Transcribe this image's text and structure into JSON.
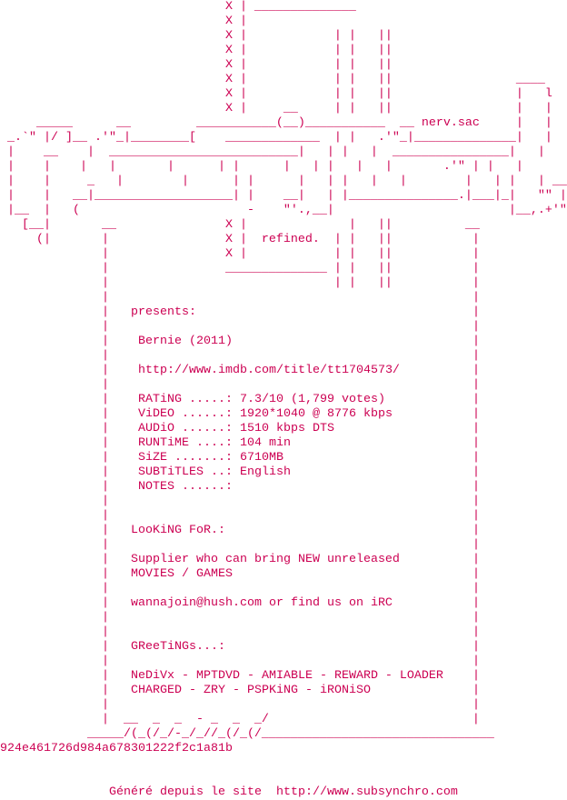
{
  "colors": {
    "text": "#cc0052",
    "background": "#ffffff"
  },
  "logo": {
    "group_name": "nerv.sac",
    "tagline": "refined.",
    "lines": [
      "                               X | ______________",
      "                               X |",
      "                               X |            | |   ||",
      "                               X |            | |   ||",
      "                               X |            | |   ||",
      "                               X |            | |   ||                 ____",
      "                               X |            | |   ||                 |   l",
      "                               X |     __     | |   ||                 |   |",
      "     _____      __         ___________(__)___________  __ nerv.sac     |   |",
      " _.`\" |/ ]__ .'\"_|________[    _____________  | |   .'\"_|______________|   |",
      " |    __    |  __________________________|   | |   |  ________________|   |",
      " |    |    |   |       |      | |      |   | |   |   |       .'\" | |   |",
      " |    |     _   |        |      | |      |   | |   |   |        |   | |   | __",
      " |    |   __|___________________| |    __|   | |_______________.|___|_|   \"\" |",
      " |__  |   (                       -    \"'.,__|                        |__,.+'\"",
      "   [__|       __               X |              |   ||          __",
      "     (|       |                X |  refined.  | |   ||           |",
      "              |                X |            | |   ||           |",
      "              |                ______________ | |   ||           |",
      "              |                               | |   ||           |"
    ]
  },
  "release": {
    "presents": "presents:",
    "title": "Bernie (2011)",
    "imdb_url": "http://www.imdb.com/title/tt1704573/",
    "info": [
      {
        "label": "RATiNG .....:",
        "value": "7.3/10 (1,799 votes)"
      },
      {
        "label": "ViDEO ......:",
        "value": "1920*1040 @ 8776 kbps"
      },
      {
        "label": "AUDiO ......:",
        "value": "1510 kbps DTS"
      },
      {
        "label": "RUNTiME ....:",
        "value": "104 min"
      },
      {
        "label": "SiZE .......:",
        "value": "6710MB"
      },
      {
        "label": "SUBTiTLES ..:",
        "value": "English"
      },
      {
        "label": "NOTES ......:",
        "value": ""
      }
    ],
    "looking_for": "LooKiNG FoR.:",
    "supplier": "Supplier who can bring NEW unreleased",
    "supplier_items": "MOVIES / GAMES",
    "contact": "wannajoin@hush.com or find us on iRC",
    "greetings_title": "GReeTiNGs...:",
    "greetings_1": "NeDiVx - MPTDVD - AMIABLE - REWARD - LOADER",
    "greetings_2": "CHARGED - ZRY - PSPKiNG - iRONiSO"
  },
  "signature": {
    "lines": [
      "              |  __  _  _  - _  _  _/                            |",
      "            _____/(_(/_/-_/_//_(/_(/________________________________"
    ]
  },
  "hash": "924e461726d984a678301222f2c1a81b",
  "footer": {
    "text": "Généré depuis le site  http://www.subsynchro.com"
  }
}
